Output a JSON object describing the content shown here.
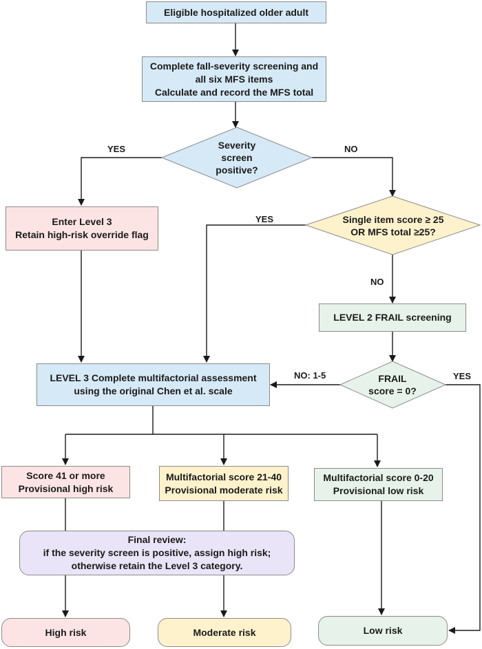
{
  "nodes": {
    "start": "Eligible hospitalized older adult",
    "screening": "Complete fall-severity screening and\nall six MFS items\nCalculate and record the MFS total",
    "severity_decision": "Severity\nscreen\npositive?",
    "enter_level3": "Enter Level 3\nRetain high-risk override flag",
    "single_item_decision": "Single item score ≥ 25\nOR MFS total ≥25?",
    "level2": "LEVEL 2  FRAIL screening",
    "frail_decision": "FRAIL\nscore = 0?",
    "level3": "LEVEL 3   Complete multifactorial assessment\nusing the original Chen et al. scale",
    "prov_high": "Score 41 or more\nProvisional high risk",
    "prov_moderate": "Multifactorial score 21-40\nProvisional moderate risk",
    "prov_low": "Multifactorial score 0-20\nProvisional low risk",
    "final_review": "Final review:\nif the severity screen is positive, assign high risk;\notherwise retain the Level 3 category.",
    "high_risk": "High risk",
    "moderate_risk": "Moderate risk",
    "low_risk": "Low risk"
  },
  "edge_labels": {
    "severity_yes": "YES",
    "severity_no": "NO",
    "single_yes": "YES",
    "single_no": "NO",
    "frail_no": "NO: 1-5",
    "frail_yes": "YES"
  },
  "colors": {
    "blue": "#d6e9f6",
    "pink": "#fce4e4",
    "green": "#e7f3ea",
    "yellow": "#fdf2cc",
    "purple": "#e9e4f7",
    "border": "#8a8a8a",
    "line": "#1a1a1a"
  }
}
